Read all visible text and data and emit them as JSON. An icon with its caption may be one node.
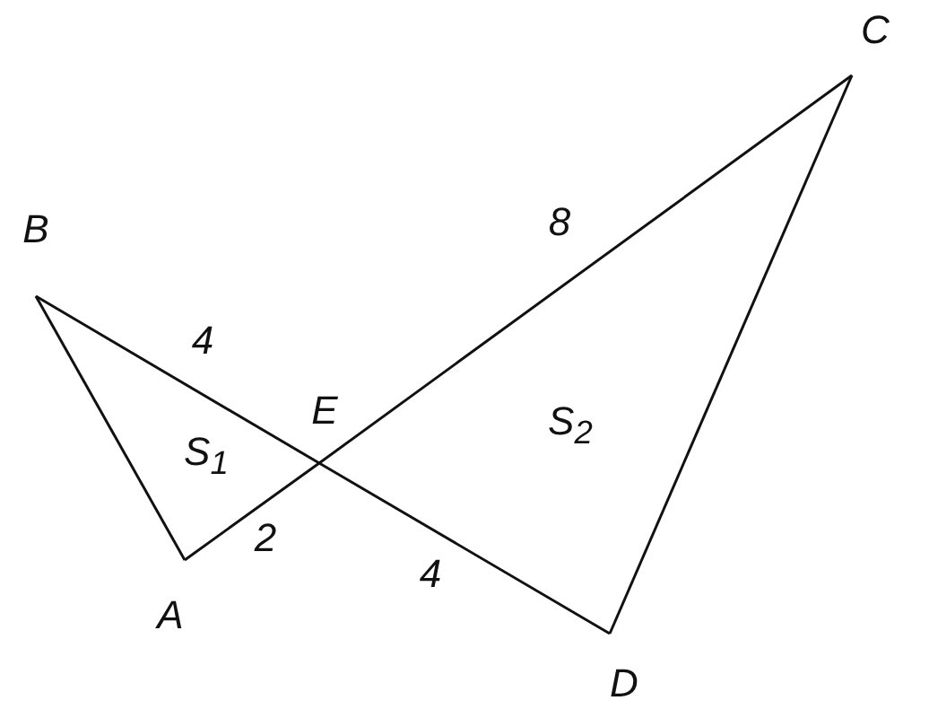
{
  "diagram": {
    "nodes": [
      {
        "text": [
          "B"
        ]
      },
      {
        "text": [
          "A"
        ]
      },
      {
        "text": [
          "E"
        ]
      },
      {
        "text": [
          "C"
        ]
      },
      {
        "text": [
          "D"
        ]
      }
    ],
    "edges": [
      {
        "from": 0,
        "to": 1,
        "arrow": "none"
      },
      {
        "from": 0,
        "to": 2,
        "arrow": "none",
        "label": "4"
      },
      {
        "from": 2,
        "to": 4,
        "arrow": "none",
        "label": "4"
      },
      {
        "from": 1,
        "to": 2,
        "arrow": "none",
        "label": "2"
      },
      {
        "from": 2,
        "to": 3,
        "arrow": "none",
        "label": "8"
      },
      {
        "from": 3,
        "to": 4,
        "arrow": "none"
      }
    ],
    "labels": [
      "S$_{1}$",
      "S$_{2}$"
    ]
  }
}
